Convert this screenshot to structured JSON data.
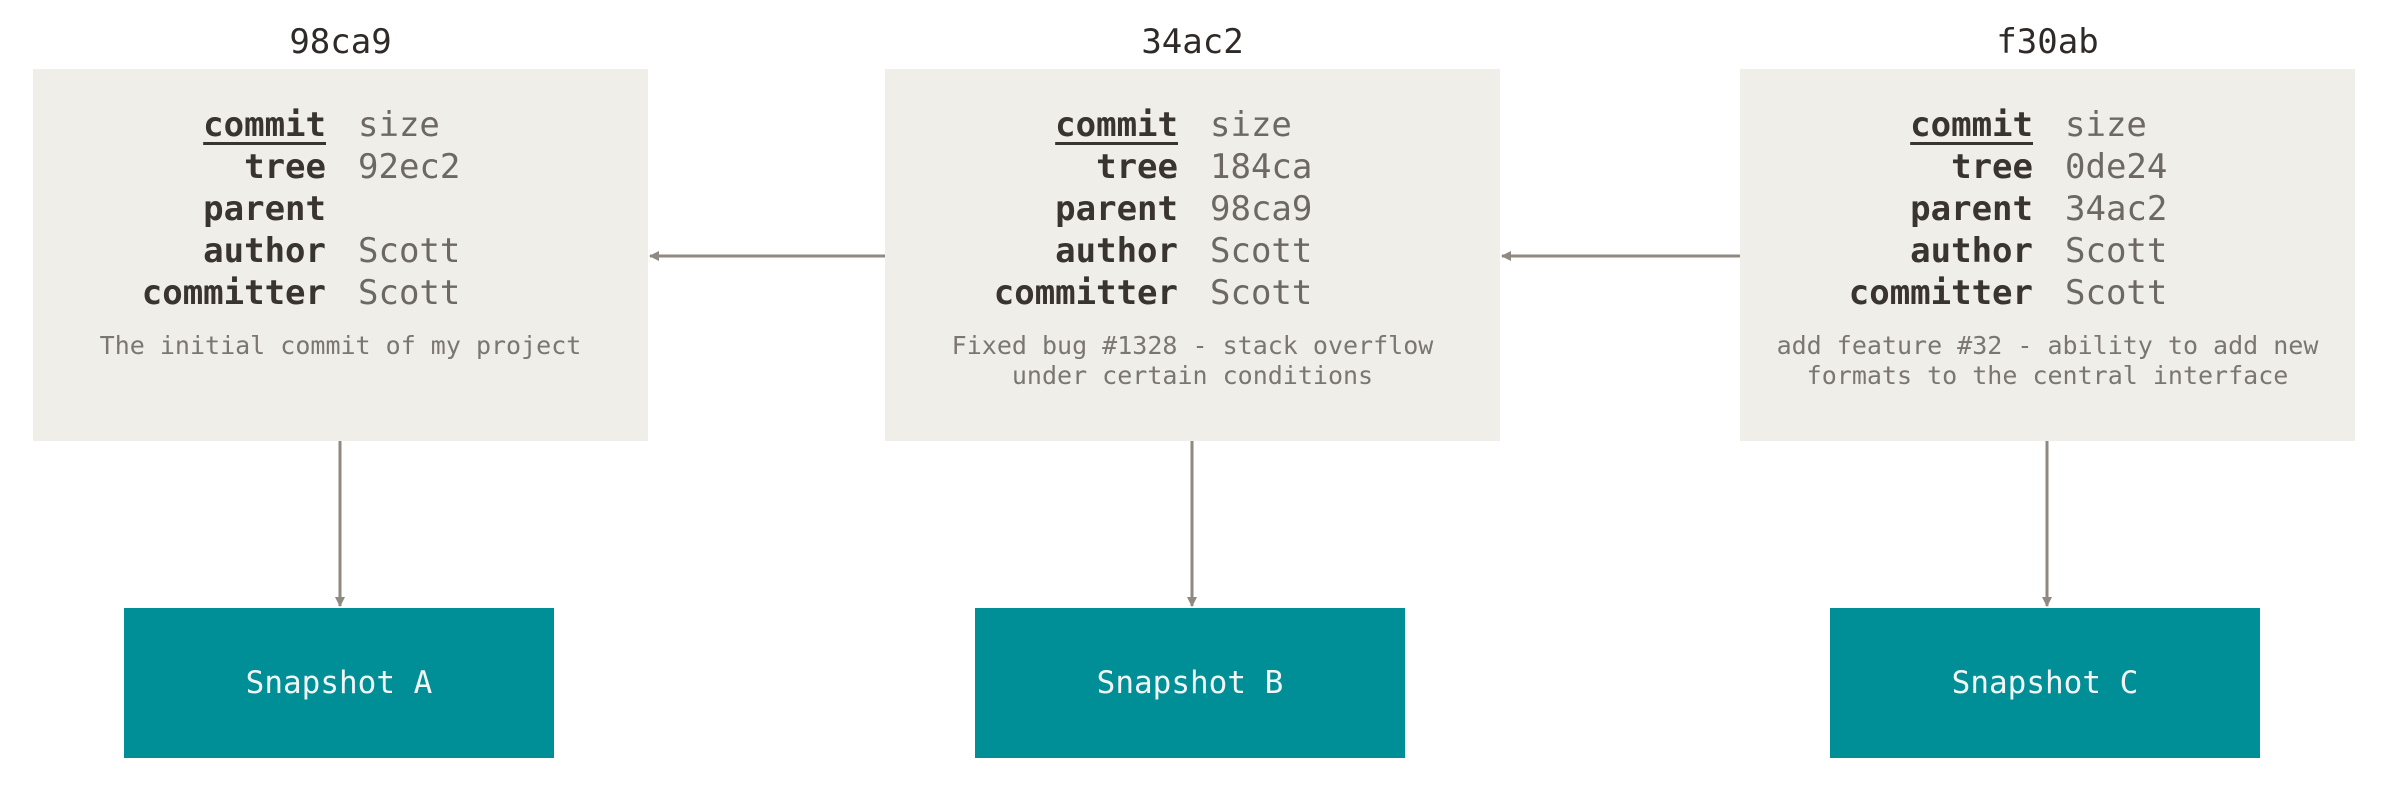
{
  "commits": [
    {
      "hash": "98ca9",
      "fields": [
        {
          "label": "commit",
          "value": "size"
        },
        {
          "label": "tree",
          "value": "92ec2"
        },
        {
          "label": "parent",
          "value": ""
        },
        {
          "label": "author",
          "value": "Scott"
        },
        {
          "label": "committer",
          "value": "Scott"
        }
      ],
      "message": "The initial commit of my project",
      "snapshot": "Snapshot A"
    },
    {
      "hash": "34ac2",
      "fields": [
        {
          "label": "commit",
          "value": "size"
        },
        {
          "label": "tree",
          "value": "184ca"
        },
        {
          "label": "parent",
          "value": "98ca9"
        },
        {
          "label": "author",
          "value": "Scott"
        },
        {
          "label": "committer",
          "value": "Scott"
        }
      ],
      "message": "Fixed bug #1328 - stack overflow\nunder certain conditions",
      "snapshot": "Snapshot B"
    },
    {
      "hash": "f30ab",
      "fields": [
        {
          "label": "commit",
          "value": "size"
        },
        {
          "label": "tree",
          "value": "0de24"
        },
        {
          "label": "parent",
          "value": "34ac2"
        },
        {
          "label": "author",
          "value": "Scott"
        },
        {
          "label": "committer",
          "value": "Scott"
        }
      ],
      "message": "add feature #32 - ability to add new\nformats to the central interface",
      "snapshot": "Snapshot C"
    }
  ],
  "colors": {
    "box": "#efeee8",
    "snapshot": "#008f96",
    "arrow": "#8f8982"
  }
}
